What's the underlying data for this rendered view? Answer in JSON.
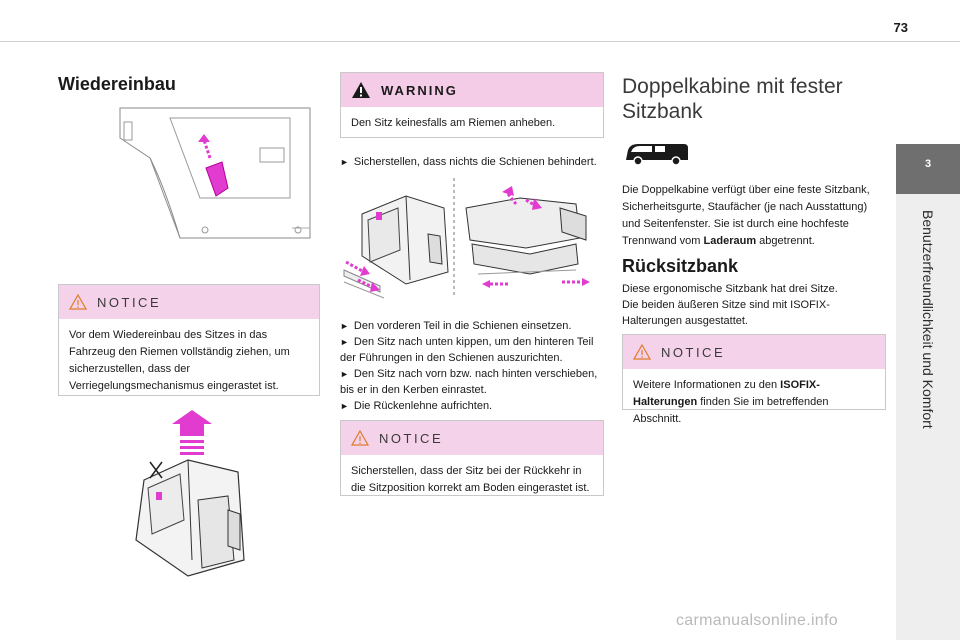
{
  "page": {
    "number": "73"
  },
  "sidebar": {
    "chapter_number": "3",
    "chapter_title": "Benutzerfreundlichkeit und Komfort"
  },
  "left": {
    "heading": "Wiedereinbau",
    "notice": {
      "title": "NOTICE",
      "text": "Vor dem Wiedereinbau des Sitzes in das Fahrzeug den Riemen vollständig ziehen, um sicherzustellen, dass der Verriegelungsmechanismus eingerastet ist."
    }
  },
  "middle": {
    "warning": {
      "title": "WARNING",
      "text": "Den Sitz keinesfalls am Riemen anheben."
    },
    "step1": "Sicherstellen, dass nichts die Schienen behindert.",
    "steps": [
      "Den vorderen Teil in die Schienen einsetzen.",
      "Den Sitz nach unten kippen, um den hinteren Teil der Führungen in den Schienen auszurichten.",
      "Den Sitz nach vorn bzw. nach hinten verschieben, bis er in den Kerben einrastet.",
      "Die Rückenlehne aufrichten."
    ],
    "notice": {
      "title": "NOTICE",
      "text": "Sicherstellen, dass der Sitz bei der Rückkehr in die Sitzposition korrekt am Boden eingerastet ist."
    }
  },
  "right": {
    "heading": "Doppelkabine mit fester Sitzbank",
    "intro_pre": "Die Doppelkabine verfügt über eine feste Sitzbank, Sicherheitsgurte, Staufächer (je nach Ausstattung) und Seitenfenster. Sie ist durch eine hochfeste Trennwand vom ",
    "intro_bold": "Laderaum",
    "intro_post": " abgetrennt.",
    "subheading": "Rücksitzbank",
    "para1": "Diese ergonomische Sitzbank hat drei Sitze.",
    "para2": "Die beiden äußeren Sitze sind mit ISOFIX-Halterungen ausgestattet.",
    "notice": {
      "title": "NOTICE",
      "text_pre": "Weitere Informationen zu den ",
      "text_bold": "ISOFIX-Halterungen",
      "text_post": " finden Sie im betreffenden Abschnitt."
    }
  },
  "footer": {
    "watermark": "carmanualsonline.info"
  },
  "colors": {
    "accent_magenta": "#e23bd0",
    "notice_bg": "#f4d2ea",
    "tab_gray": "#6f6f6f"
  },
  "icons": [
    "warning-triangle-icon",
    "arrow-right-icon",
    "van-icon"
  ]
}
